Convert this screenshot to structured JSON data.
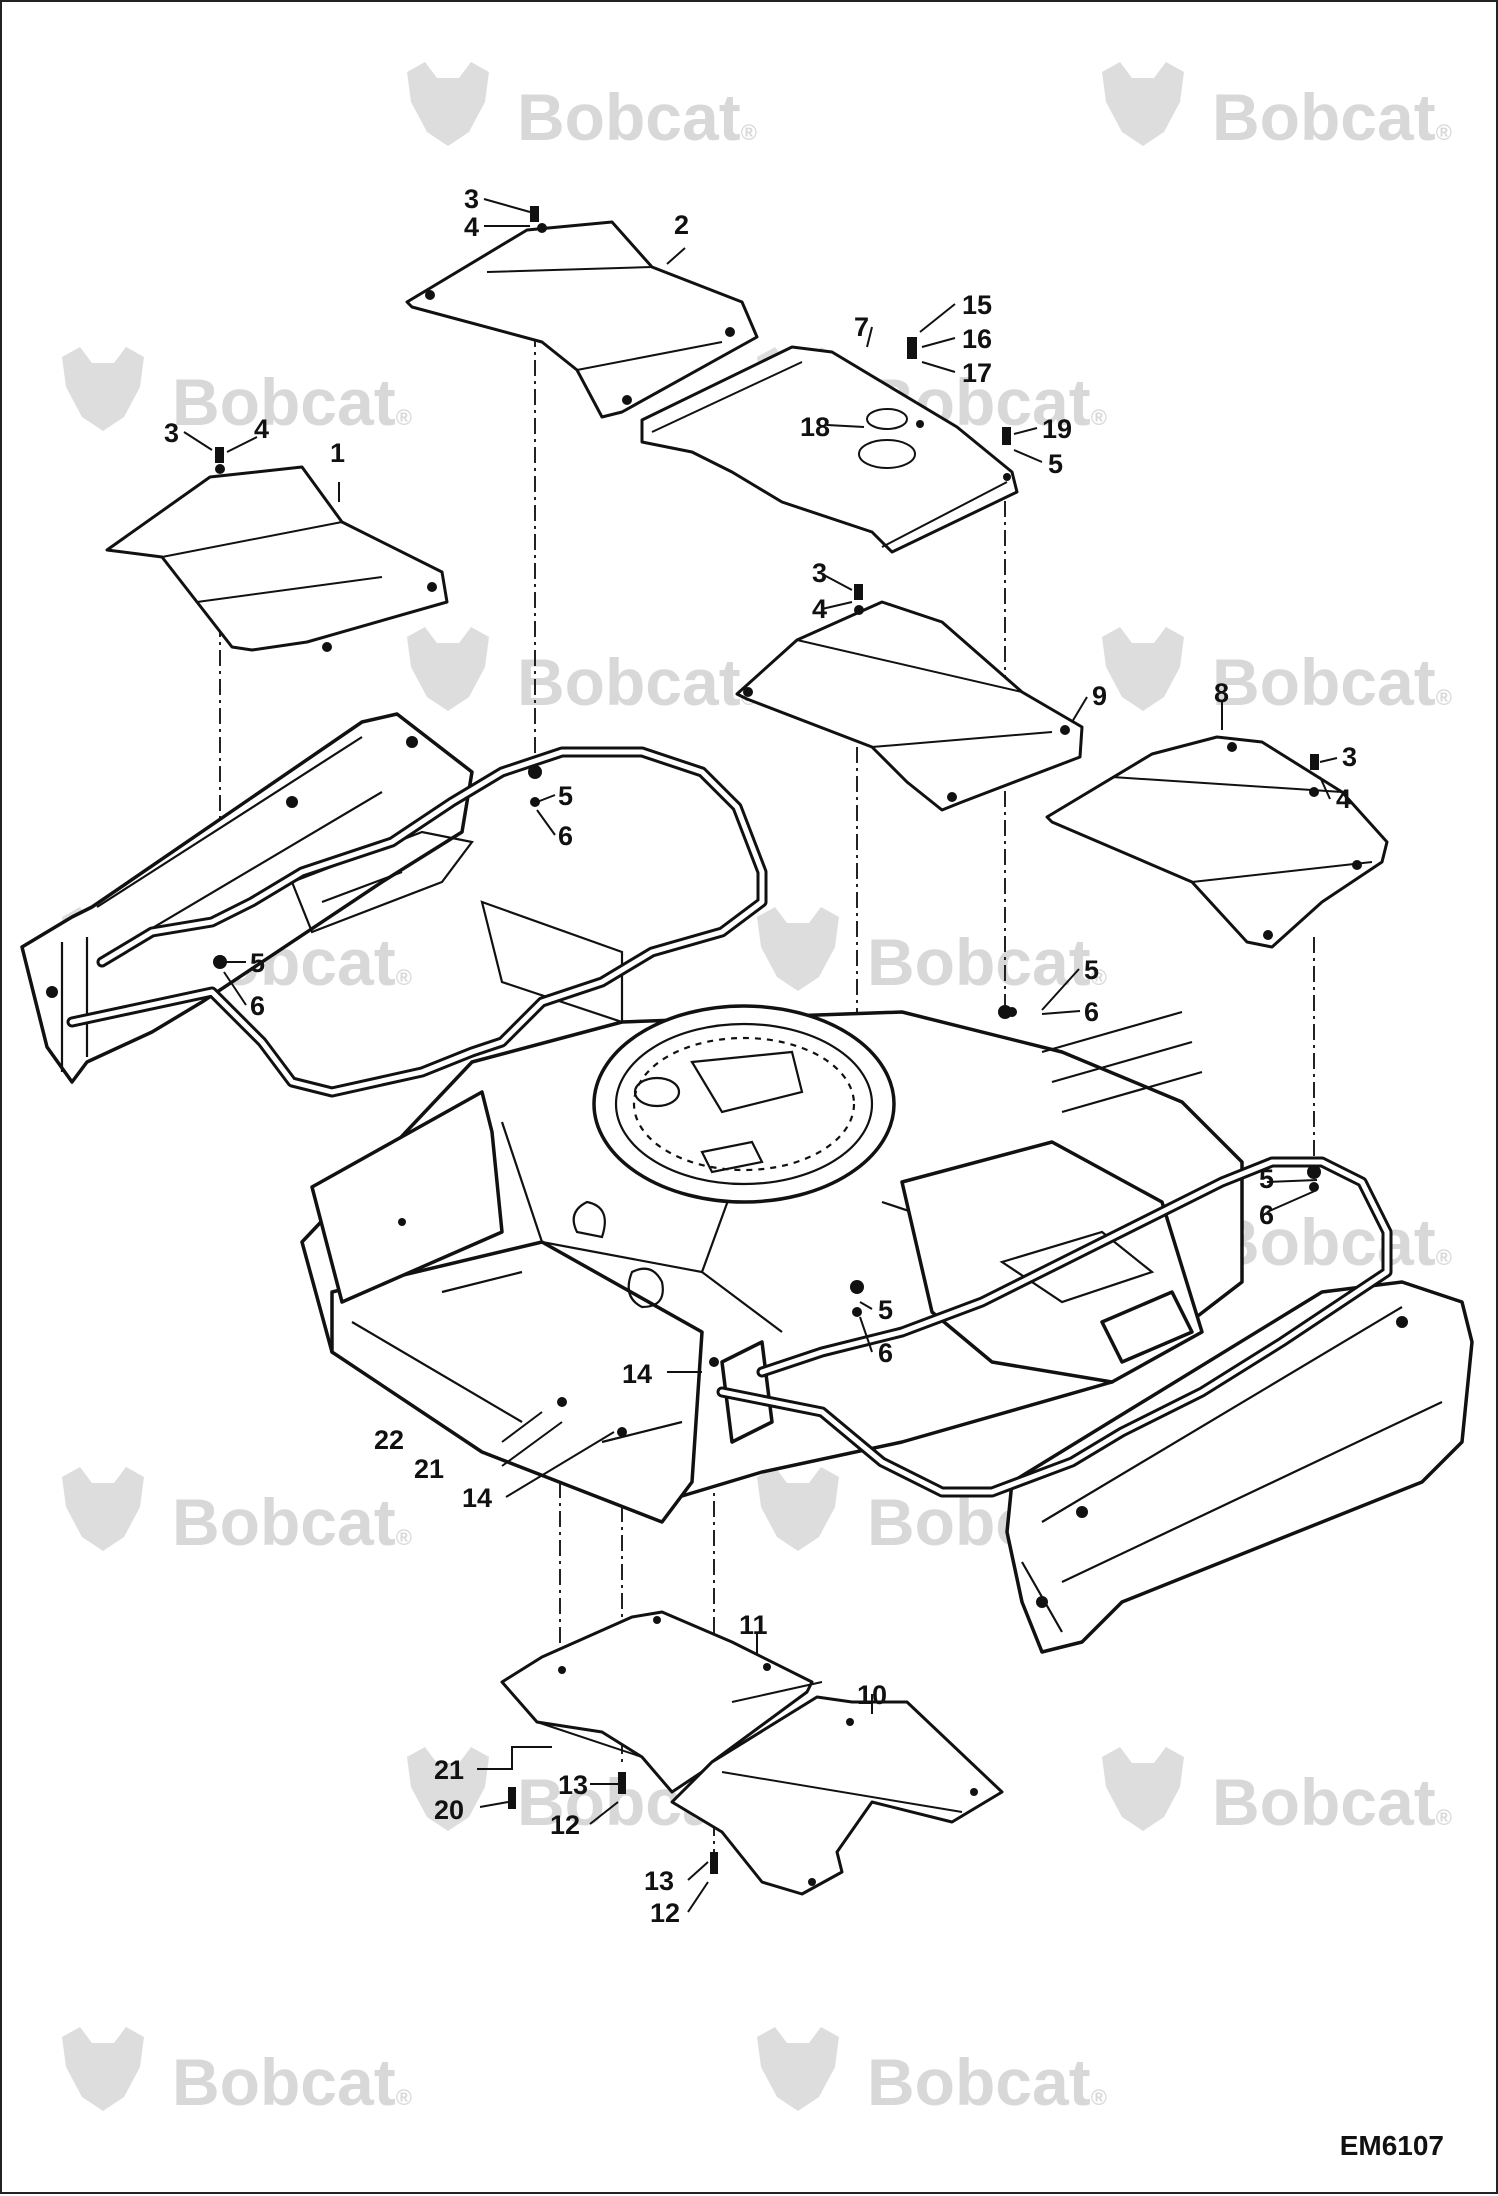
{
  "watermark": {
    "brand": "Bobcat",
    "mark": "®",
    "icon": "bobcat-head-icon"
  },
  "drawing_code": "EM6107",
  "callouts": {
    "c1": "1",
    "c2": "2",
    "c3a": "3",
    "c3b": "3",
    "c3c": "3",
    "c3d": "3",
    "c4a": "4",
    "c4b": "4",
    "c4c": "4",
    "c4d": "4",
    "c5a": "5",
    "c5b": "5",
    "c5c": "5",
    "c5d": "5",
    "c5e": "5",
    "c5f": "5",
    "c6a": "6",
    "c6b": "6",
    "c6c": "6",
    "c6d": "6",
    "c6e": "6",
    "c7": "7",
    "c8": "8",
    "c9": "9",
    "c10": "10",
    "c11": "11",
    "c12a": "12",
    "c12b": "12",
    "c13a": "13",
    "c13b": "13",
    "c14a": "14",
    "c14b": "14",
    "c15": "15",
    "c16": "16",
    "c17": "17",
    "c18": "18",
    "c19": "19",
    "c20": "20",
    "c21a": "21",
    "c21b": "21",
    "c22": "22"
  },
  "colors": {
    "line": "#111111",
    "watermark": "#cfcfcf",
    "background": "#ffffff"
  }
}
